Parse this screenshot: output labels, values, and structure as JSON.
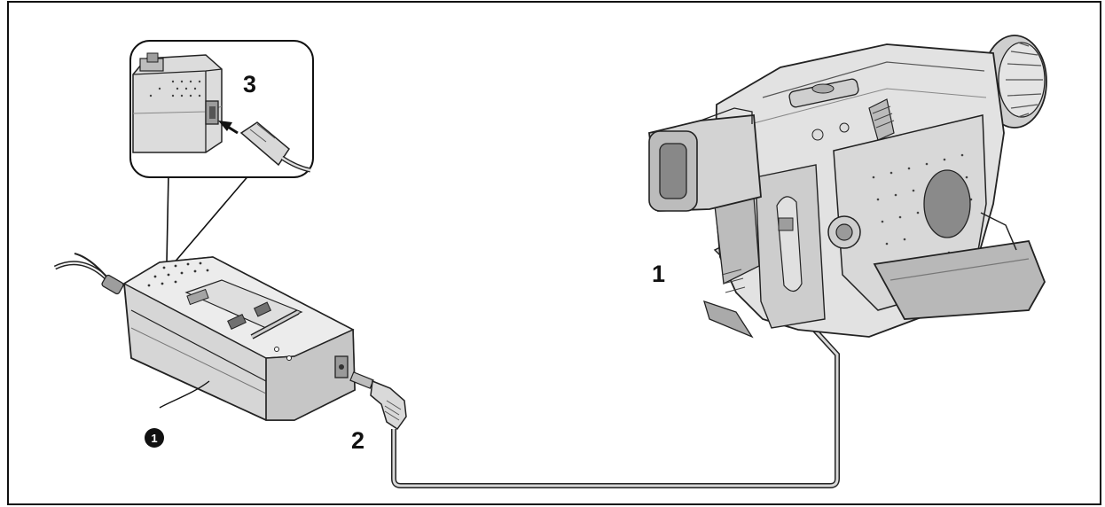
{
  "diagram": {
    "steps": [
      {
        "id": "step-1",
        "label": "1"
      },
      {
        "id": "step-2",
        "label": "2"
      },
      {
        "id": "step-3",
        "label": "3"
      }
    ],
    "callout": {
      "label": "1"
    }
  },
  "colors": {
    "frame": "#111111",
    "body_light": "#ececec",
    "body_mid": "#d2d2d2",
    "body_dark": "#a8a8a8",
    "outline": "#222222"
  }
}
